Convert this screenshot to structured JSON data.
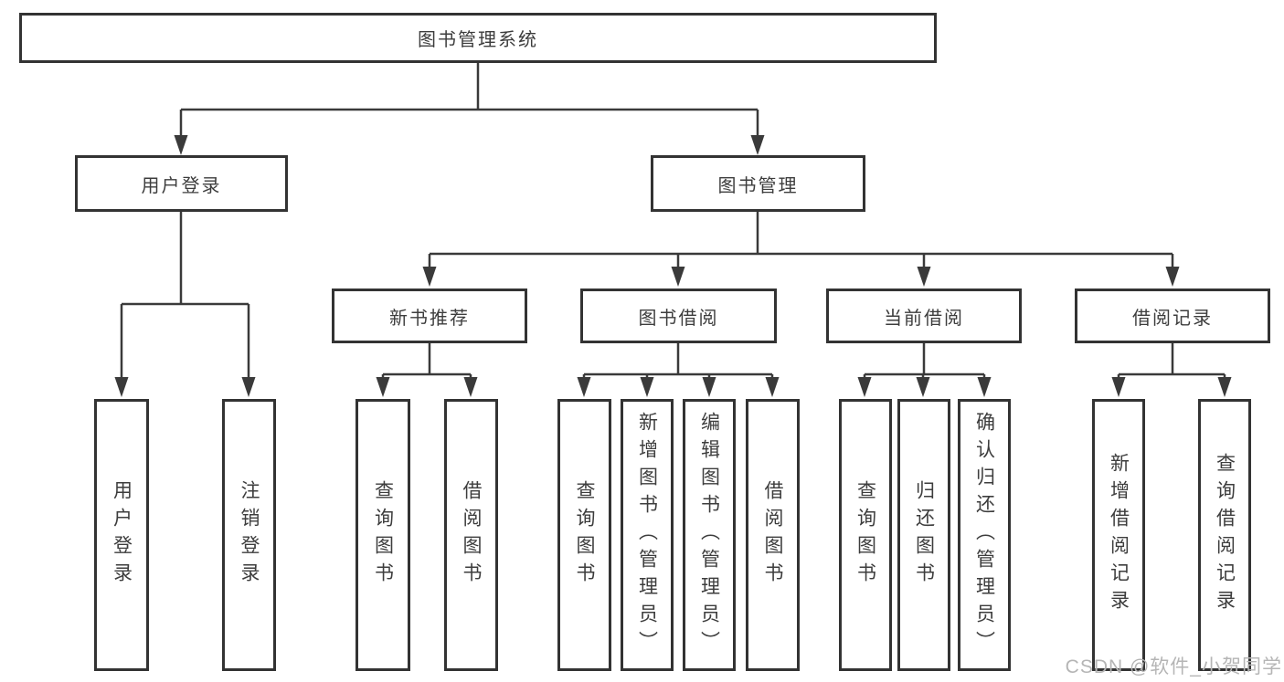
{
  "diagram": {
    "root": {
      "label": "图书管理系统"
    },
    "level2": [
      {
        "label": "用户登录"
      },
      {
        "label": "图书管理"
      }
    ],
    "level3": [
      {
        "label": "新书推荐"
      },
      {
        "label": "图书借阅"
      },
      {
        "label": "当前借阅"
      },
      {
        "label": "借阅记录"
      }
    ],
    "leaves": {
      "user_login": [
        {
          "label": "用户登录"
        },
        {
          "label": "注销登录"
        }
      ],
      "new_book": [
        {
          "label": "查询图书"
        },
        {
          "label": "借阅图书"
        }
      ],
      "book_borrow": [
        {
          "label": "查询图书"
        },
        {
          "label": "新增图书（管理员）"
        },
        {
          "label": "编辑图书（管理员）"
        },
        {
          "label": "借阅图书"
        }
      ],
      "current_borrow": [
        {
          "label": "查询图书"
        },
        {
          "label": "归还图书"
        },
        {
          "label": "确认归还（管理员）"
        }
      ],
      "borrow_records": [
        {
          "label": "新增借阅记录"
        },
        {
          "label": "查询借阅记录"
        }
      ]
    }
  },
  "watermark": {
    "text": "CSDN @软件_小贺同学"
  },
  "colors": {
    "line": "#3a3a3a",
    "box_border": "#333333",
    "text": "#3d3d3d",
    "background": "#ffffff",
    "watermark": "#b5b5b5"
  }
}
